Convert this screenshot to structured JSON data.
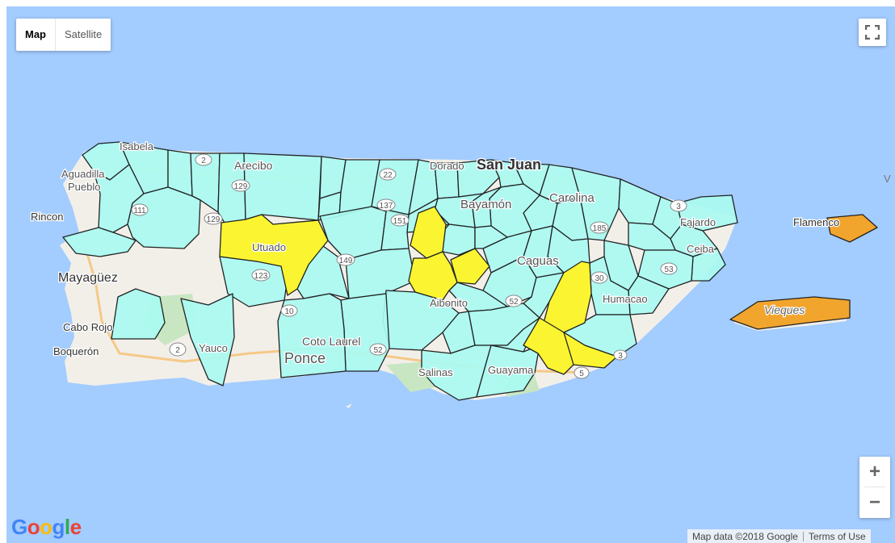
{
  "map_type": {
    "map_label": "Map",
    "satellite_label": "Satellite"
  },
  "controls": {
    "fullscreen_icon": "fullscreen-icon",
    "zoom_in": "+",
    "zoom_out": "−"
  },
  "labels": {
    "isabela": "Isabela",
    "aguadilla": "Aguadilla",
    "pueblo": "Pueblo",
    "rincon": "Rincon",
    "mayaguez": "Mayagüez",
    "cabo_rojo": "Cabo Rojo",
    "boqueron": "Boquerón",
    "yauco": "Yauco",
    "arecibo": "Arecibo",
    "utuado": "Utuado",
    "dorado": "Dorado",
    "san_juan": "San Juan",
    "bayamon": "Bayamón",
    "carolina": "Carolina",
    "fajardo": "Fajardo",
    "ceiba": "Ceiba",
    "caguas": "Caguas",
    "humacao": "Humacao",
    "aibonito": "Aibonito",
    "coto_laurel": "Coto Laurel",
    "ponce": "Ponce",
    "salinas": "Salinas",
    "guayama": "Guayama",
    "vieques": "Vieques",
    "flamenco": "Flamenco",
    "v_edge": "V"
  },
  "shields": [
    "2",
    "129",
    "111",
    "129",
    "22",
    "137",
    "151",
    "149",
    "123",
    "10",
    "52",
    "52",
    "3",
    "185",
    "30",
    "53",
    "2",
    "5",
    "3"
  ],
  "attribution": {
    "map_data": "Map data ©2018 Google",
    "terms": "Terms of Use"
  },
  "logo": {
    "letters": [
      "G",
      "o",
      "o",
      "g",
      "l",
      "e"
    ]
  },
  "colors": {
    "water": "#a3ccff",
    "land": "#f2efe9",
    "cyan_region": "#aafaf1",
    "yellow_region": "#fbf531",
    "orange_region": "#f2a52d",
    "border": "#222222"
  }
}
